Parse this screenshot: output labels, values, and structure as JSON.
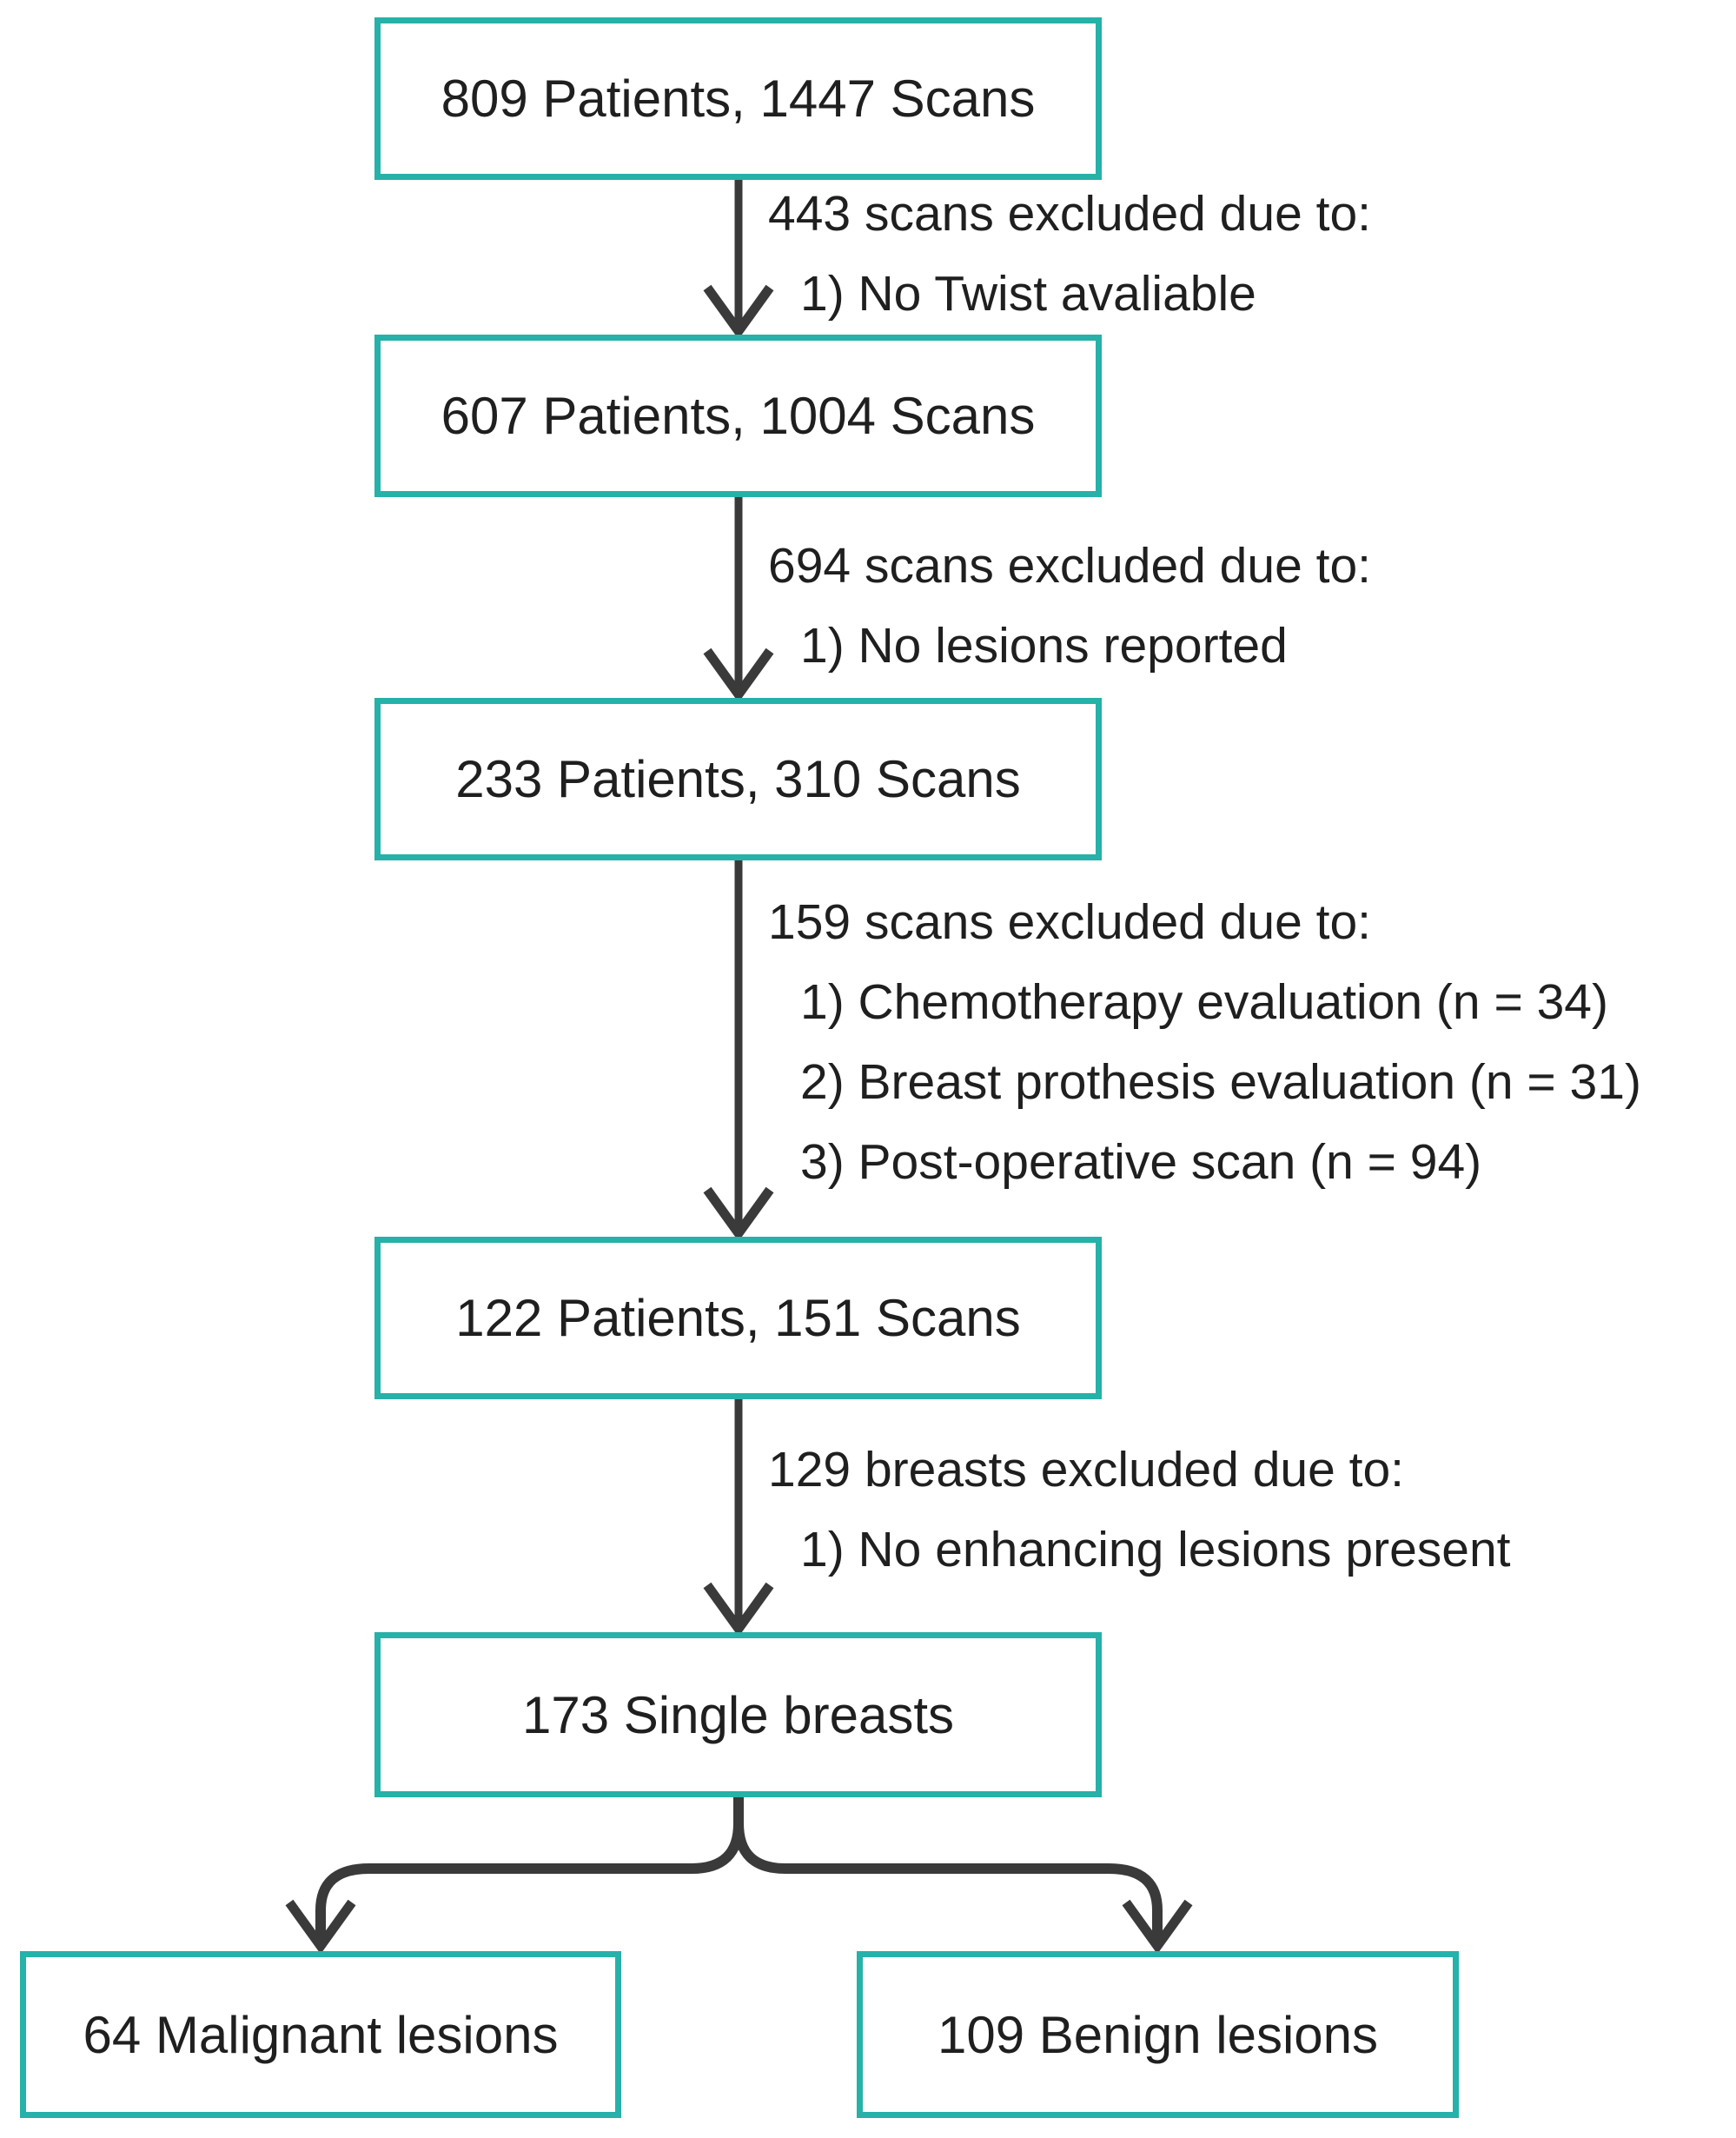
{
  "diagram": {
    "type": "patient-flowchart",
    "colors": {
      "box_border": "#26b1a9",
      "arrow": "#3a3a3a",
      "text": "#1f1f1f",
      "background": "#ffffff"
    },
    "boxes": [
      {
        "label": "809 Patients, 1447 Scans"
      },
      {
        "label": "607 Patients, 1004 Scans"
      },
      {
        "label": "233 Patients, 310 Scans"
      },
      {
        "label": "122 Patients, 151 Scans"
      },
      {
        "label": "173 Single breasts"
      },
      {
        "label": "64 Malignant lesions"
      },
      {
        "label": "109 Benign lesions"
      }
    ],
    "exclusions": [
      {
        "header": "443 scans excluded due to:",
        "items": [
          "1) No Twist avaliable"
        ]
      },
      {
        "header": "694 scans excluded due to:",
        "items": [
          "1) No lesions reported"
        ]
      },
      {
        "header": "159 scans excluded due to:",
        "items": [
          "1) Chemotherapy evaluation (n = 34)",
          "2) Breast prothesis evaluation (n = 31)",
          "3) Post-operative scan (n = 94)"
        ]
      },
      {
        "header": "129 breasts excluded due to:",
        "items": [
          "1) No enhancing lesions present"
        ]
      }
    ]
  }
}
